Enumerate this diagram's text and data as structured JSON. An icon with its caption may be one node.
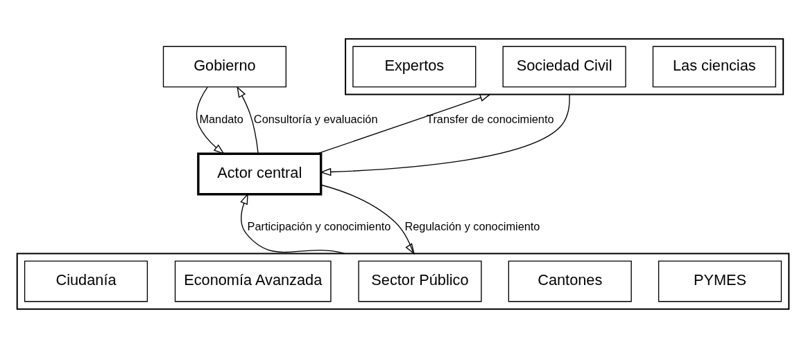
{
  "diagram": {
    "nodes": [
      {
        "text": [
          "Gobierno"
        ]
      },
      {
        "text": [
          "Actor central"
        ]
      },
      {
        "text": [],
        "shape": "box"
      },
      {
        "text": [
          "Las ciencias"
        ],
        "in": 2
      },
      {
        "text": [
          "Sociedad Civil"
        ],
        "in": 2
      },
      {
        "text": [
          "Expertos"
        ],
        "in": 2
      },
      {
        "text": [],
        "shape": "box"
      },
      {
        "text": [
          "PYMES"
        ],
        "in": 6
      },
      {
        "text": [
          "Cantones"
        ],
        "in": 6
      },
      {
        "text": [
          "Sector Público"
        ],
        "in": 6
      },
      {
        "text": [
          "Economía Avanzada"
        ],
        "in": 6
      },
      {
        "text": [
          "Ciudanía"
        ],
        "in": 6
      }
    ],
    "edges": [
      {
        "from": 1,
        "to": 0,
        "arrow": "to",
        "label": "Consultoría y evaluación"
      },
      {
        "from": 0,
        "to": 1,
        "arrow": "to",
        "label": "Mandato"
      },
      {
        "from": 1,
        "to": 2,
        "arrow": "to",
        "label": "Transfer de conocimiento"
      },
      {
        "from": 2,
        "to": 1,
        "arrow": "to"
      },
      {
        "from": 6,
        "to": 1,
        "arrow": "to",
        "label": "Participación y conocimiento"
      },
      {
        "from": 1,
        "to": 6,
        "arrow": "to",
        "label": "Regulación y conocimiento"
      }
    ]
  }
}
